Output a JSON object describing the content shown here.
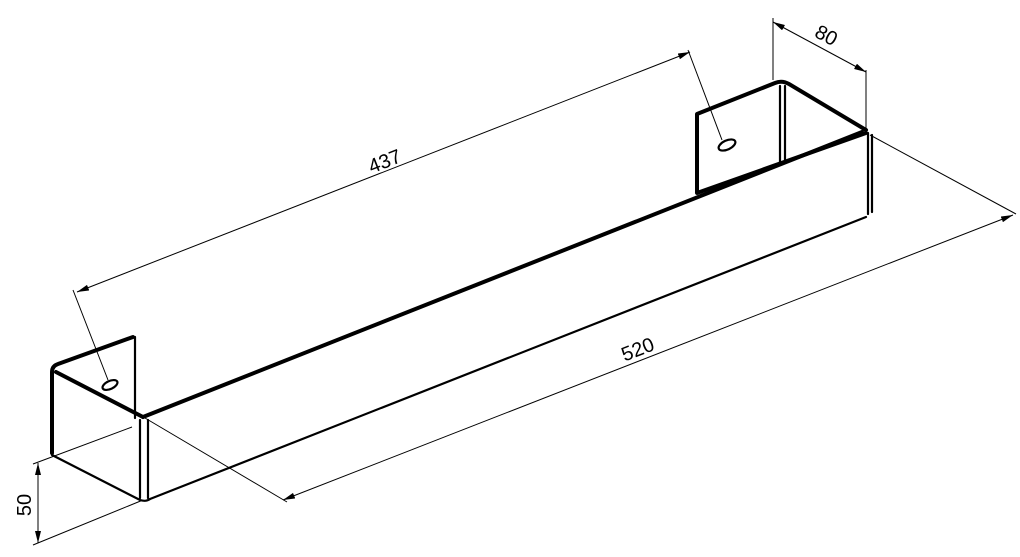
{
  "drawing": {
    "dimensions": {
      "length_inner": "437",
      "length_total": "520",
      "depth": "80",
      "height": "50"
    },
    "line_color": "#000000",
    "background": "#ffffff"
  }
}
